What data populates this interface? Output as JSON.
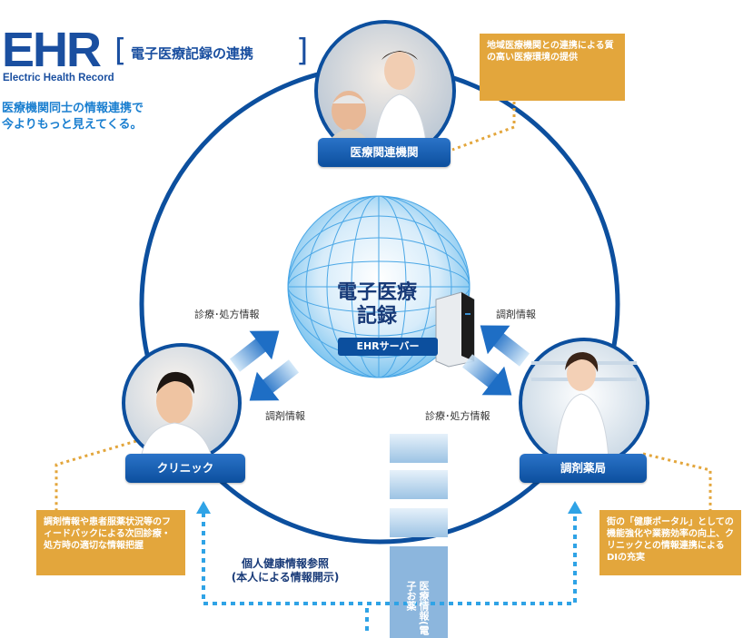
{
  "header": {
    "logo": "EHR",
    "logo_subtitle": "Electric Health Record",
    "title_jp": "電子医療記録の連携",
    "bracket_open": "[",
    "bracket_close": "]",
    "tagline_line1": "医療機関同士の情報連携で",
    "tagline_line2": "今よりもっと見えてくる。"
  },
  "center": {
    "title_line1": "電子医療",
    "title_line2": "記録",
    "server_label": "EHRサーバー"
  },
  "nodes": {
    "top": "医療関連機関",
    "left": "クリニック",
    "right": "調剤薬局"
  },
  "notes": {
    "top": "地域医療機関との連携による質の高い医療環境の提供",
    "left": "調剤情報や患者服薬状況等のフィードバックによる次回診療・処方時の適切な情報把握",
    "right": "街の「健康ポータル」としての機能強化や業務効率の向上、クリニックとの情報連携によるDIの充実"
  },
  "flows": {
    "left_up": "診療･処方情報",
    "left_down": "調剤情報",
    "right_up": "調剤情報",
    "right_down": "診療･処方情報"
  },
  "bottom": {
    "personal_line1": "個人健康情報参照",
    "personal_line2": "(本人による情報開示)",
    "pillar_col1": "医療情報",
    "pillar_col2": "(電子お薬"
  },
  "colors": {
    "brand": "#1a4fa0",
    "node_button": "#0c4f9e",
    "note": "#e3a63c",
    "dotted_line": "#2fa3e6",
    "circle": "#0c4f9e"
  }
}
